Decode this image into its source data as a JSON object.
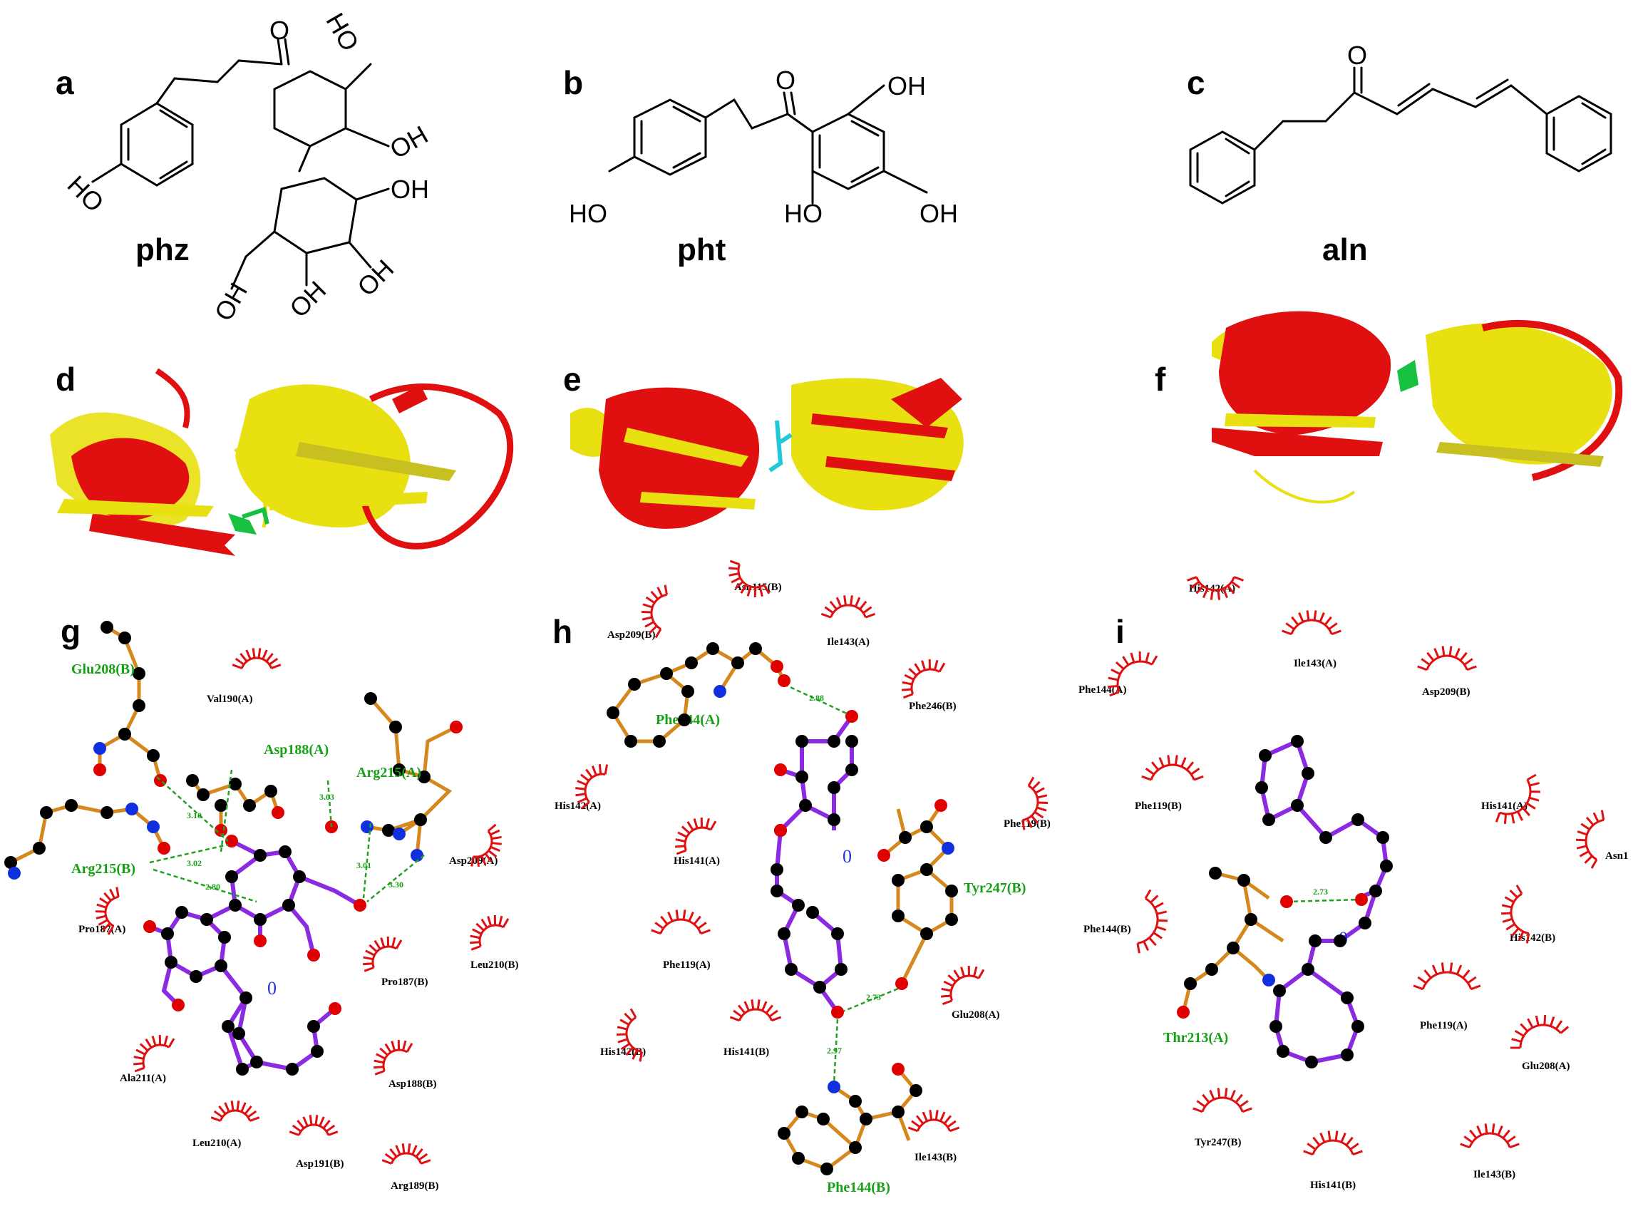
{
  "panels": {
    "a": {
      "label": "a",
      "compound": "phz",
      "substituents": [
        "HO",
        "O",
        "HO",
        "OH",
        "OH",
        "OH",
        "OH",
        "OH"
      ]
    },
    "b": {
      "label": "b",
      "compound": "pht",
      "substituents": [
        "O",
        "OH",
        "HO",
        "HO",
        "OH"
      ]
    },
    "c": {
      "label": "c",
      "compound": "aln",
      "substituents": [
        "O"
      ]
    },
    "d": {
      "label": "d"
    },
    "e": {
      "label": "e"
    },
    "f": {
      "label": "f"
    },
    "g": {
      "label": "g",
      "green_residues": [
        "Glu208(B)",
        "Asp188(A)",
        "Arg215(A)",
        "Arg215(B)"
      ],
      "contact_residues": [
        "Val190(A)",
        "Asp209(A)",
        "Pro187(A)",
        "Pro187(B)",
        "Leu210(B)",
        "Ala211(A)",
        "Asp188(B)",
        "Leu210(A)",
        "Asp191(B)",
        "Arg189(B)"
      ],
      "distances": [
        "3.10",
        "3.02",
        "2.80",
        "3.03",
        "3.01",
        "3.30"
      ],
      "zero": "0"
    },
    "h": {
      "label": "h",
      "green_residues": [
        "Phe144(A)",
        "Tyr247(B)",
        "Phe144(B)"
      ],
      "contact_residues": [
        "Asp209(B)",
        "Asn115(B)",
        "Ile143(A)",
        "Phe246(B)",
        "His142(A)",
        "Phe119(B)",
        "His141(A)",
        "Phe119(A)",
        "Glu208(A)",
        "His142(B)",
        "His141(B)",
        "Ile143(B)"
      ],
      "distances": [
        "2.88",
        "2.73",
        "2.97"
      ],
      "zero": "0"
    },
    "i": {
      "label": "i",
      "green_residues": [
        "Thr213(A)"
      ],
      "contact_residues": [
        "His142(A)",
        "Ile143(A)",
        "Phe144(A)",
        "Asp209(B)",
        "Phe119(B)",
        "His141(A)",
        "Asn1",
        "Phe144(B)",
        "His142(B)",
        "Phe119(A)",
        "Glu208(A)",
        "Tyr247(B)",
        "His141(B)",
        "Ile143(B)"
      ],
      "distances": [
        "2.73"
      ],
      "zero": "0"
    }
  },
  "colors": {
    "ligand_bond": "#8a2be2",
    "residue_bond": "#d4881e",
    "hbond": "#22a022",
    "carbon": "#000000",
    "oxygen": "#e00000",
    "nitrogen": "#1030e0",
    "helix_a": "#e01010",
    "helix_b": "#e8e010",
    "ligand_green": "#18c040",
    "ligand_cyan": "#20c8d8",
    "contact_arc": "#e01010"
  }
}
